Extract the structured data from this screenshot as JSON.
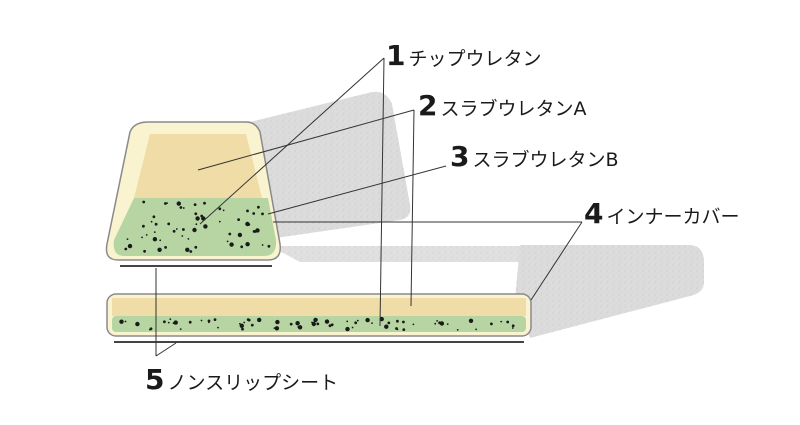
{
  "callouts": [
    {
      "number": "1",
      "label": "チップウレタン"
    },
    {
      "number": "2",
      "label": "スラブウレタンA"
    },
    {
      "number": "3",
      "label": "スラブウレタンB"
    },
    {
      "number": "4",
      "label": "インナーカバー"
    },
    {
      "number": "5",
      "label": "ノンスリップシート"
    }
  ],
  "colors": {
    "cover_gray": "#dcdcdc",
    "cover_texture": "#c9c9c9",
    "outline": "#8a8a8a",
    "inner_cover_cream": "#faf3d0",
    "slab_a": "#efdca6",
    "chip_green": "#b7d5a3",
    "chip_dots": "#1a1a1a",
    "sheet_line": "#444444",
    "leader_line": "#333333"
  }
}
